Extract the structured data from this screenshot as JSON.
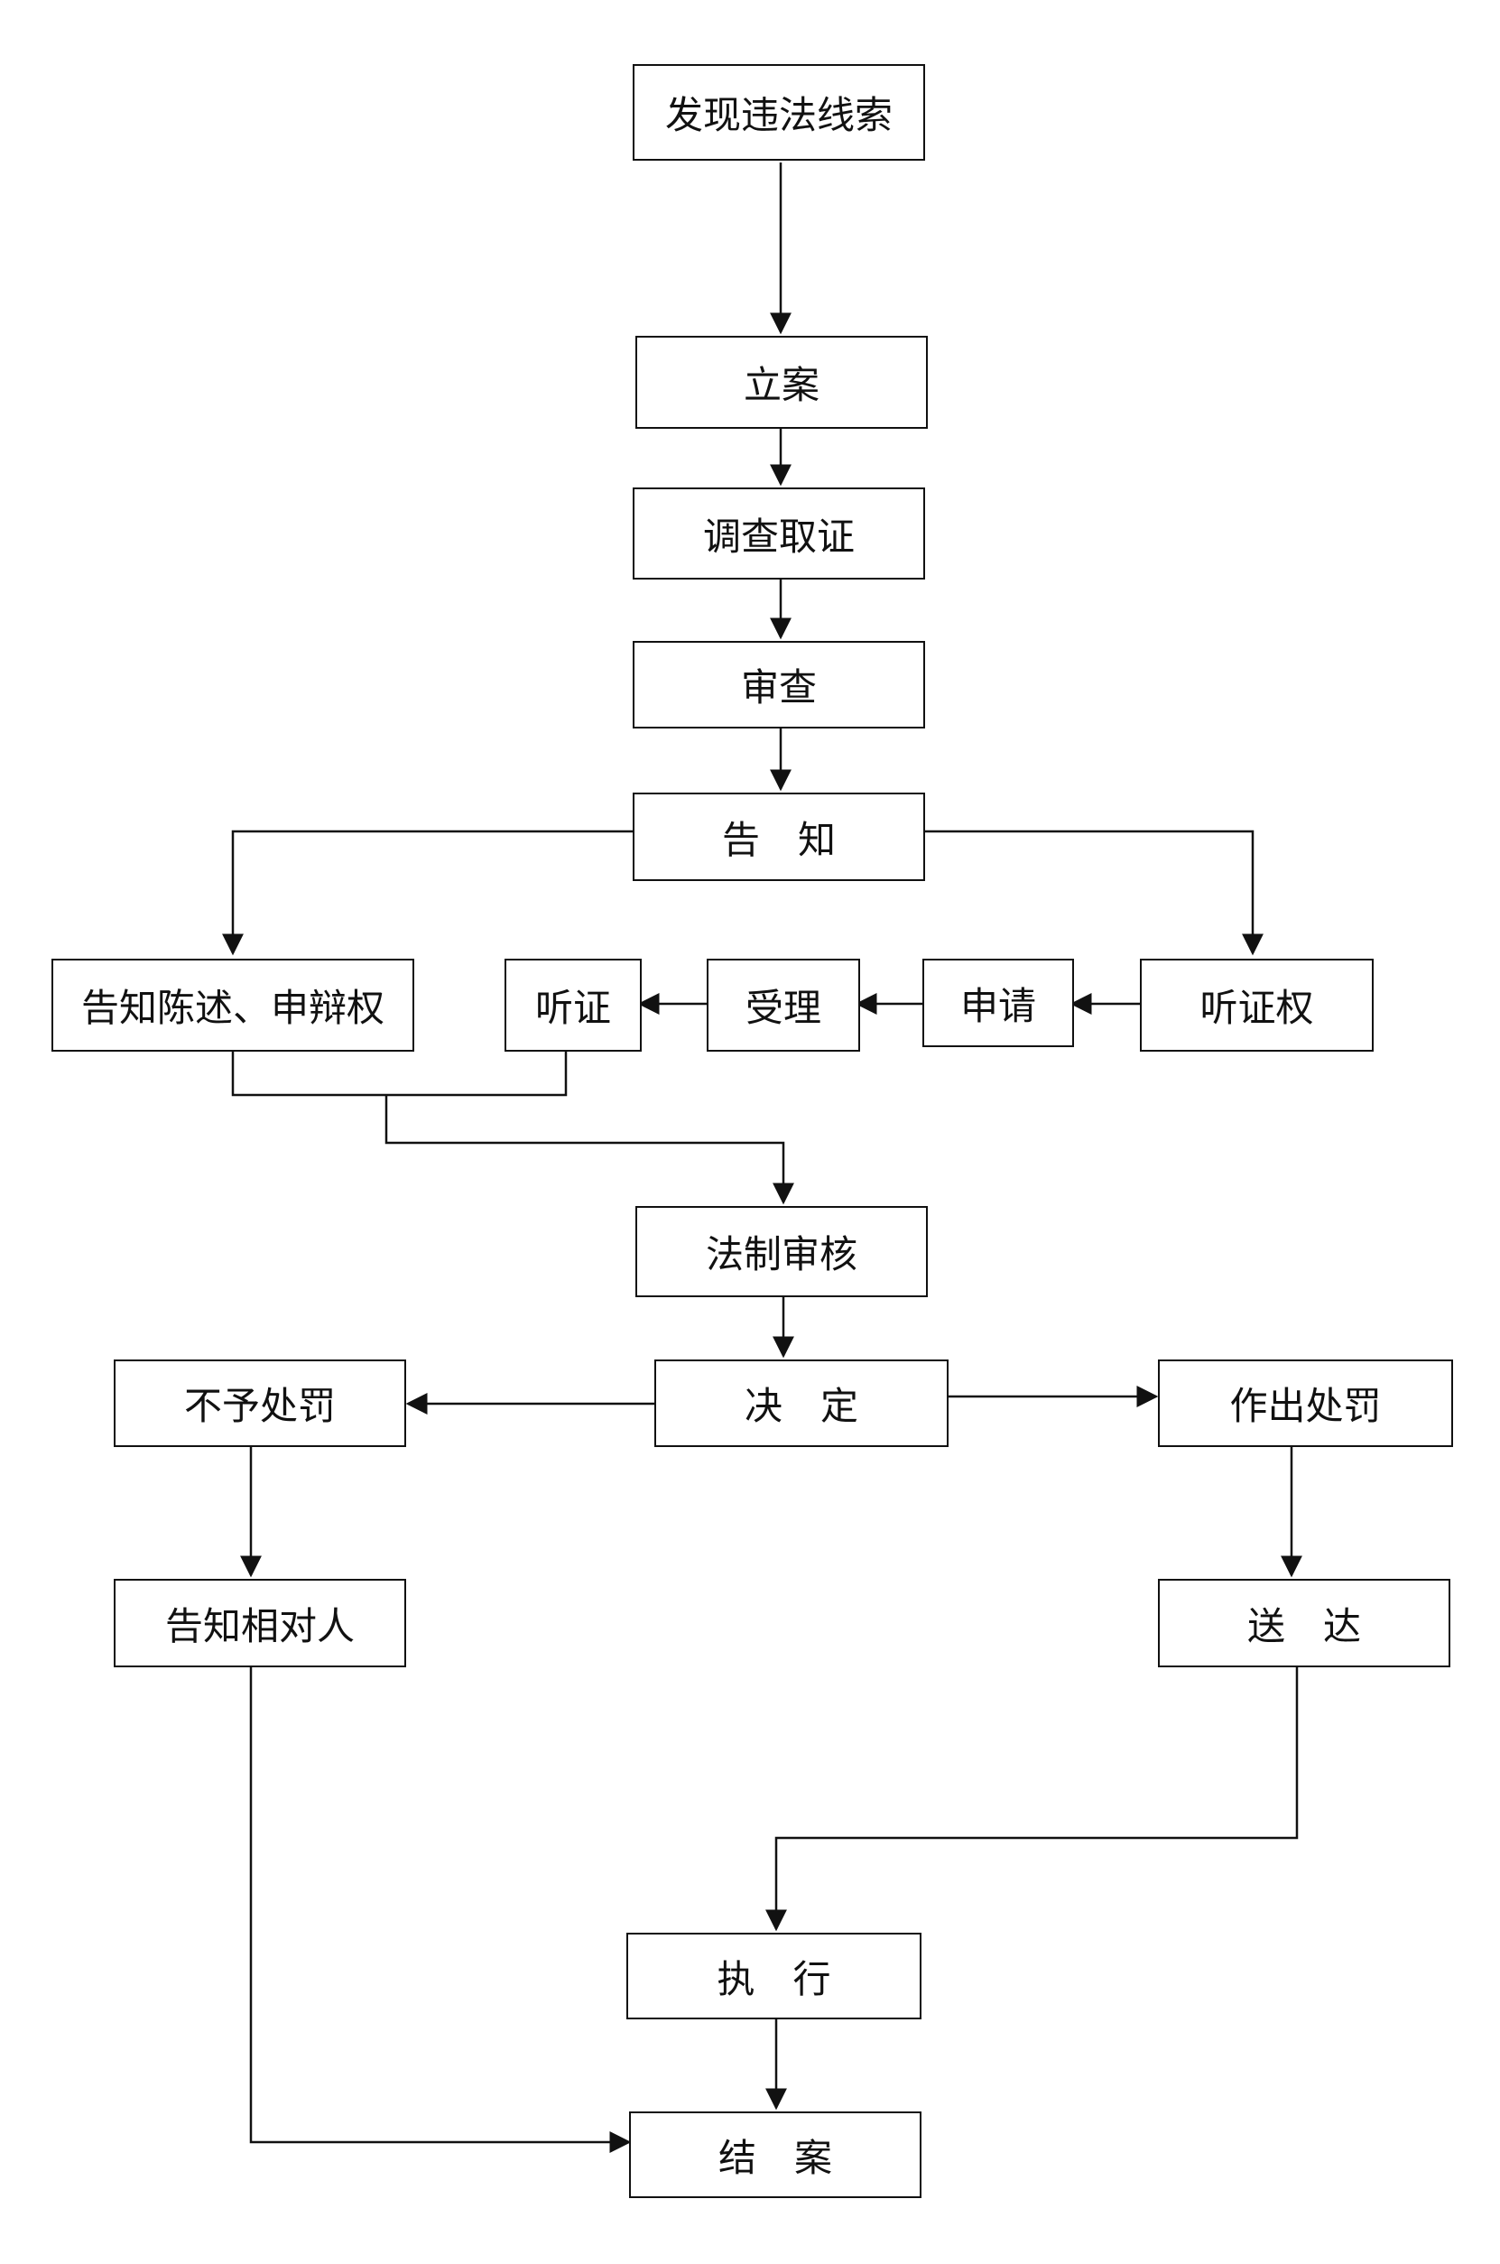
{
  "nodes": {
    "discover": "发现违法线索",
    "file_case": "立案",
    "investigate": "调查取证",
    "review": "审查",
    "notify": "告　知",
    "notify_rights": "告知陈述、申辩权",
    "hearing": "听证",
    "accept": "受理",
    "apply": "申请",
    "hearing_right": "听证权",
    "legal_review": "法制审核",
    "decide": "决　定",
    "no_penalty": "不予处罚",
    "make_penalty": "作出处罚",
    "notify_party": "告知相对人",
    "deliver": "送　达",
    "execute": "执　行",
    "close_case": "结　案"
  },
  "colors": {
    "line": "#111111",
    "box_border": "#111111",
    "background": "#ffffff"
  }
}
